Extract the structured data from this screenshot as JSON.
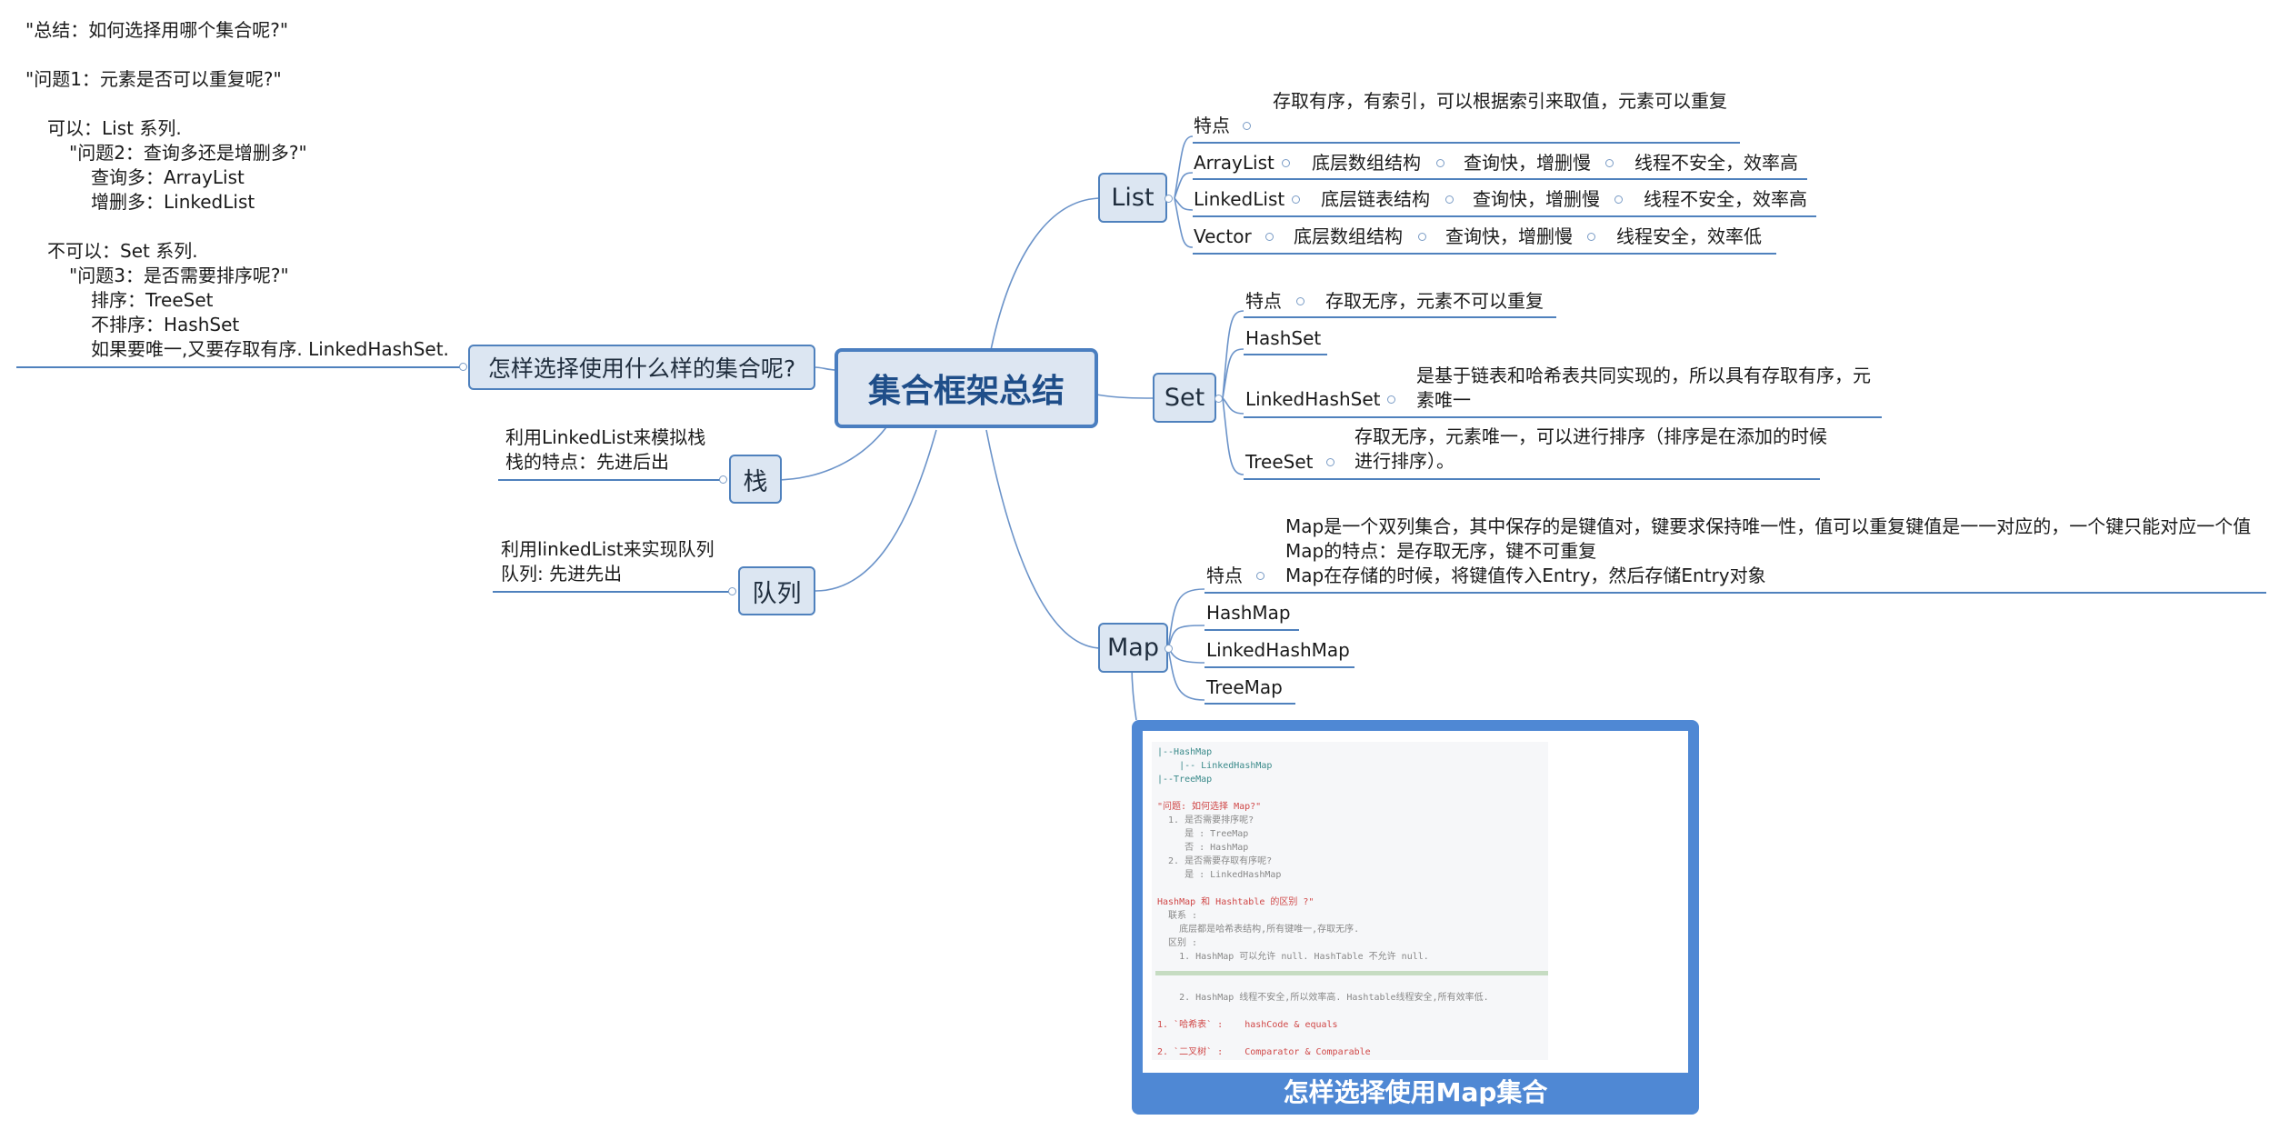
{
  "central": "集合框架总结",
  "left": {
    "how_choose": {
      "label": "怎样选择使用什么样的集合呢?",
      "notes": [
        "\"总结：如何选择用哪个集合呢?\"",
        "\"问题1：元素是否可以重复呢?\"",
        "可以：List 系列.",
        "\"问题2：查询多还是增删多?\"",
        "查询多：ArrayList",
        "增删多：LinkedList",
        "不可以：Set 系列.",
        "\"问题3：是否需要排序呢?\"",
        "排序：TreeSet",
        "不排序：HashSet",
        "如果要唯一,又要存取有序. LinkedHashSet."
      ]
    },
    "stack": {
      "label": "栈",
      "notes": [
        "利用LinkedList来模拟栈",
        "栈的特点：先进后出"
      ]
    },
    "queue": {
      "label": "队列",
      "notes": [
        "利用linkedList来实现队列",
        "队列: 先进先出"
      ]
    }
  },
  "list": {
    "label": "List",
    "feature_label": "特点",
    "feature_text": "存取有序，有索引，可以根据索引来取值，元素可以重复",
    "rows": [
      {
        "name": "ArrayList",
        "cells": [
          "底层数组结构",
          "查询快，增删慢",
          "线程不安全，效率高"
        ]
      },
      {
        "name": "LinkedList",
        "cells": [
          "底层链表结构",
          "查询快，增删慢",
          "线程不安全，效率高"
        ]
      },
      {
        "name": "Vector",
        "cells": [
          "底层数组结构",
          "查询快，增删慢",
          "线程安全，效率低"
        ]
      }
    ]
  },
  "set": {
    "label": "Set",
    "feature_label": "特点",
    "feature_text": "存取无序，元素不可以重复",
    "hashset": "HashSet",
    "linkedhashset": "LinkedHashSet",
    "linkedhashset_text": "是基于链表和哈希表共同实现的，所以具有存取有序，元素唯一",
    "treeset": "TreeSet",
    "treeset_text": "存取无序，元素唯一，可以进行排序（排序是在添加的时候进行排序）。"
  },
  "map": {
    "label": "Map",
    "feature_label": "特点",
    "feature_lines": [
      "Map是一个双列集合，其中保存的是键值对，键要求保持唯一性，值可以重复键值是一一对应的，一个键只能对应一个值",
      "Map的特点：是存取无序，键不可重复",
      "Map在存储的时候，将键值传入Entry，然后存储Entry对象"
    ],
    "children": [
      "HashMap",
      "LinkedHashMap",
      "TreeMap"
    ]
  },
  "image_topic": {
    "caption": "怎样选择使用Map集合",
    "code_lines": [
      {
        "text": "|--HashMap",
        "color": "#3a8a8a"
      },
      {
        "text": "    |-- LinkedHashMap",
        "color": "#3a8a8a"
      },
      {
        "text": "|--TreeMap",
        "color": "#3a8a8a"
      },
      {
        "text": "",
        "color": "#555555"
      },
      {
        "text": "\"问题: 如何选择 Map?\"",
        "color": "#d04848"
      },
      {
        "text": "  1. 是否需要排序呢?",
        "color": "#888888"
      },
      {
        "text": "     是 : TreeMap",
        "color": "#888888"
      },
      {
        "text": "     否 : HashMap",
        "color": "#888888"
      },
      {
        "text": "  2. 是否需要存取有序呢?",
        "color": "#888888"
      },
      {
        "text": "     是 : LinkedHashMap",
        "color": "#888888"
      },
      {
        "text": "",
        "color": "#555555"
      },
      {
        "text": "HashMap 和 Hashtable 的区别 ?\"",
        "color": "#d04848"
      },
      {
        "text": "  联系 :",
        "color": "#888888"
      },
      {
        "text": "    底层都是哈希表结构,所有键唯一,存取无序.",
        "color": "#888888"
      },
      {
        "text": "  区别 :",
        "color": "#888888"
      },
      {
        "text": "    1. HashMap 可以允许 null. HashTable 不允许 null.",
        "color": "#888888"
      },
      {
        "text": "",
        "color": "#555555"
      },
      {
        "text": "",
        "color": "#555555"
      },
      {
        "text": "    2. HashMap 线程不安全,所以效率高. Hashtable线程安全,所有效率低.",
        "color": "#888888"
      },
      {
        "text": "",
        "color": "#555555"
      },
      {
        "text": "1. `哈希表` :    hashCode & equals",
        "color": "#d04848"
      },
      {
        "text": "",
        "color": "#555555"
      },
      {
        "text": "2. `二叉树` :    Comparator & Comparable",
        "color": "#d04848"
      }
    ]
  }
}
